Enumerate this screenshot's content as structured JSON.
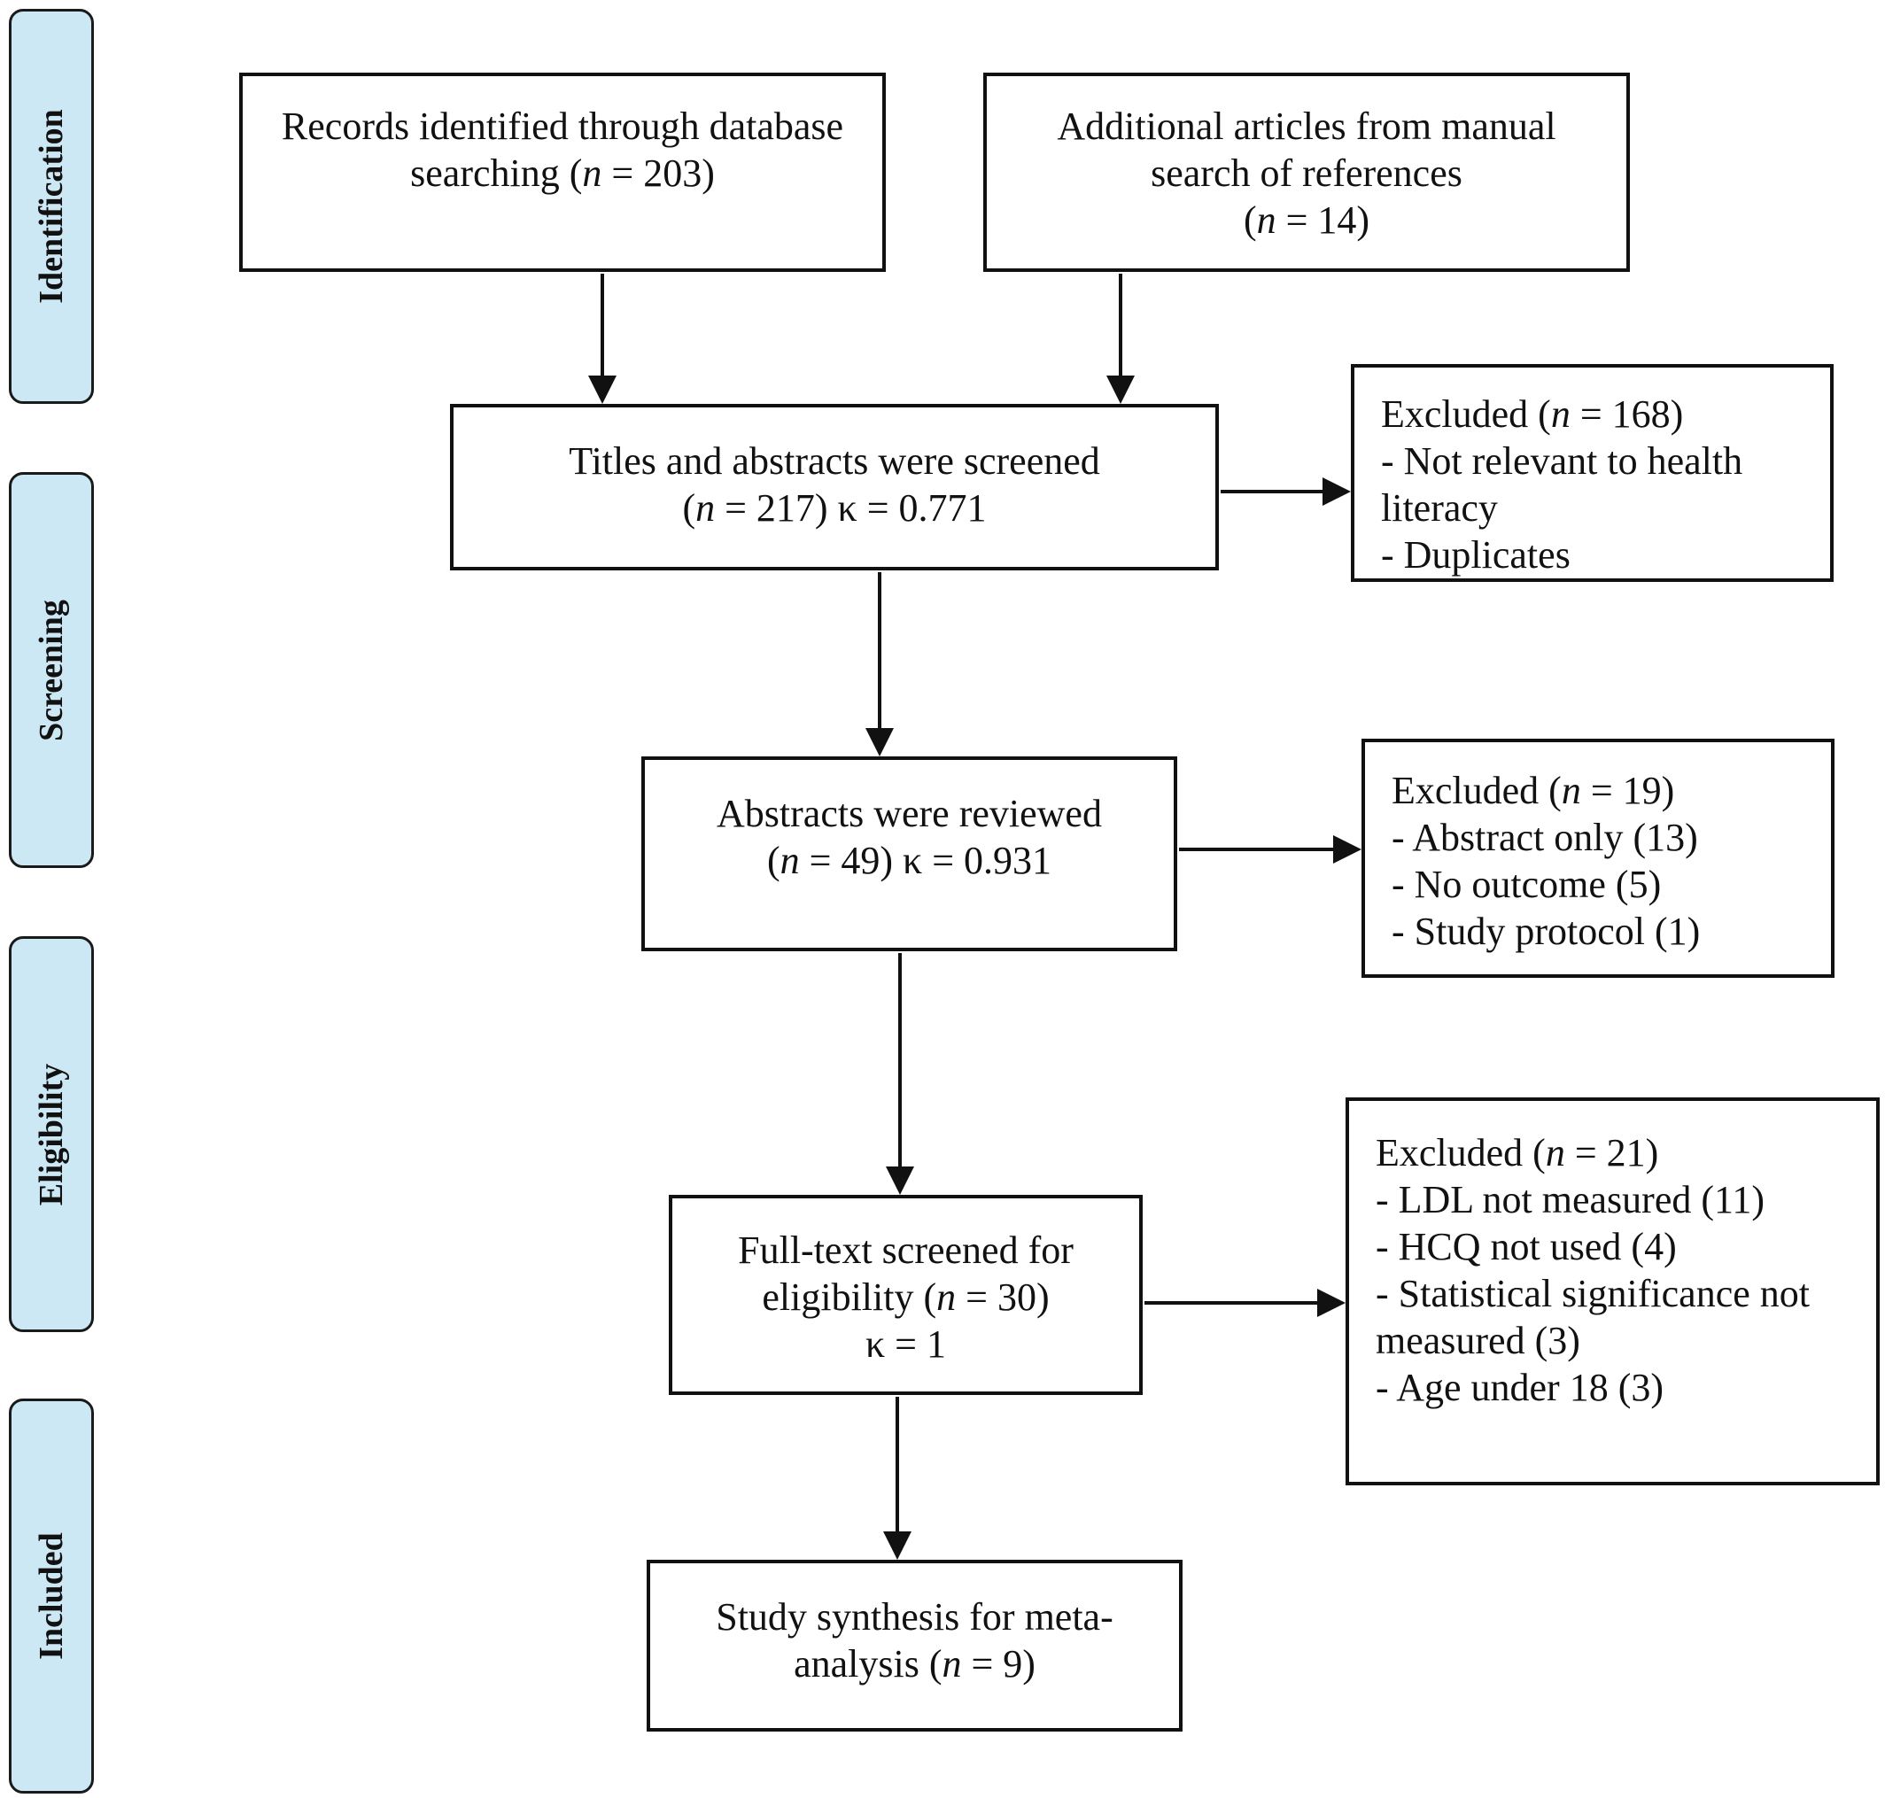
{
  "stages": {
    "identification": "Identification",
    "screening": "Screening",
    "eligibility": "Eligibility",
    "included": "Included"
  },
  "boxes": {
    "database": {
      "line1": "Records identified through database",
      "line2_pre": "searching (",
      "n_symbol": "n",
      "line2_post": " = 203)"
    },
    "manual": {
      "line1": "Additional articles from manual",
      "line2": "search of references",
      "line3_pre": "(",
      "n_symbol": "n",
      "line3_post": " = 14)"
    },
    "titles": {
      "line1": "Titles and abstracts were screened",
      "line2_pre": "(",
      "n_symbol": "n",
      "line2_post": " = 217) κ = 0.771"
    },
    "abstracts": {
      "line1": "Abstracts were reviewed",
      "line2_pre": "(",
      "n_symbol": "n",
      "line2_post": " = 49) κ = 0.931"
    },
    "fulltext": {
      "line1": "Full-text screened for",
      "line2_pre": "eligibility (",
      "n_symbol": "n",
      "line2_post": " = 30)",
      "line3": "κ = 1"
    },
    "synthesis": {
      "line1": "Study synthesis for meta-",
      "line2_pre": "analysis (",
      "n_symbol": "n",
      "line2_post": " = 9)"
    }
  },
  "exclusions": {
    "first": {
      "head_pre": "Excluded (",
      "n_symbol": "n",
      "head_post": " = 168)",
      "items": [
        "- Not relevant to health literacy",
        "- Duplicates"
      ]
    },
    "second": {
      "head_pre": "Excluded (",
      "n_symbol": "n",
      "head_post": " = 19)",
      "items": [
        "- Abstract only (13)",
        "- No outcome (5)",
        "- Study protocol (1)"
      ]
    },
    "third": {
      "head_pre": "Excluded (",
      "n_symbol": "n",
      "head_post": " = 21)",
      "items": [
        "- LDL not measured (11)",
        "- HCQ not used (4)",
        "- Statistical significance not measured (3)",
        "- Age under 18 (3)"
      ]
    }
  },
  "colors": {
    "stage_fill": "#cde8f5",
    "line": "#111111"
  }
}
